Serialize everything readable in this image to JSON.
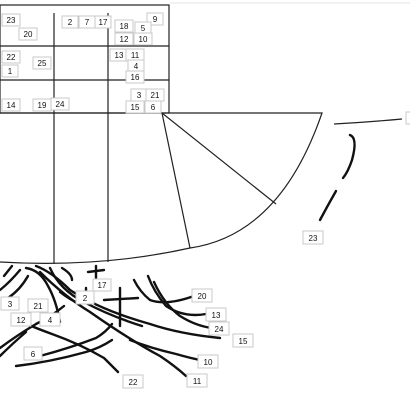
{
  "grid_labels": [
    "23",
    "20",
    "2",
    "7",
    "17",
    "18",
    "9",
    "5",
    "12",
    "10",
    "22",
    "1",
    "25",
    "13",
    "11",
    "4",
    "16",
    "3",
    "21",
    "14",
    "19",
    "24",
    "15",
    "6"
  ],
  "floating_labels": [
    "23"
  ],
  "lower_labels": [
    "17",
    "2",
    "20",
    "3",
    "21",
    "12",
    "4",
    "13",
    "24",
    "15",
    "6",
    "10",
    "22",
    "11"
  ],
  "colors": {
    "ink": "#111111",
    "label_border": "#c8c8c8",
    "background": "#ffffff"
  }
}
